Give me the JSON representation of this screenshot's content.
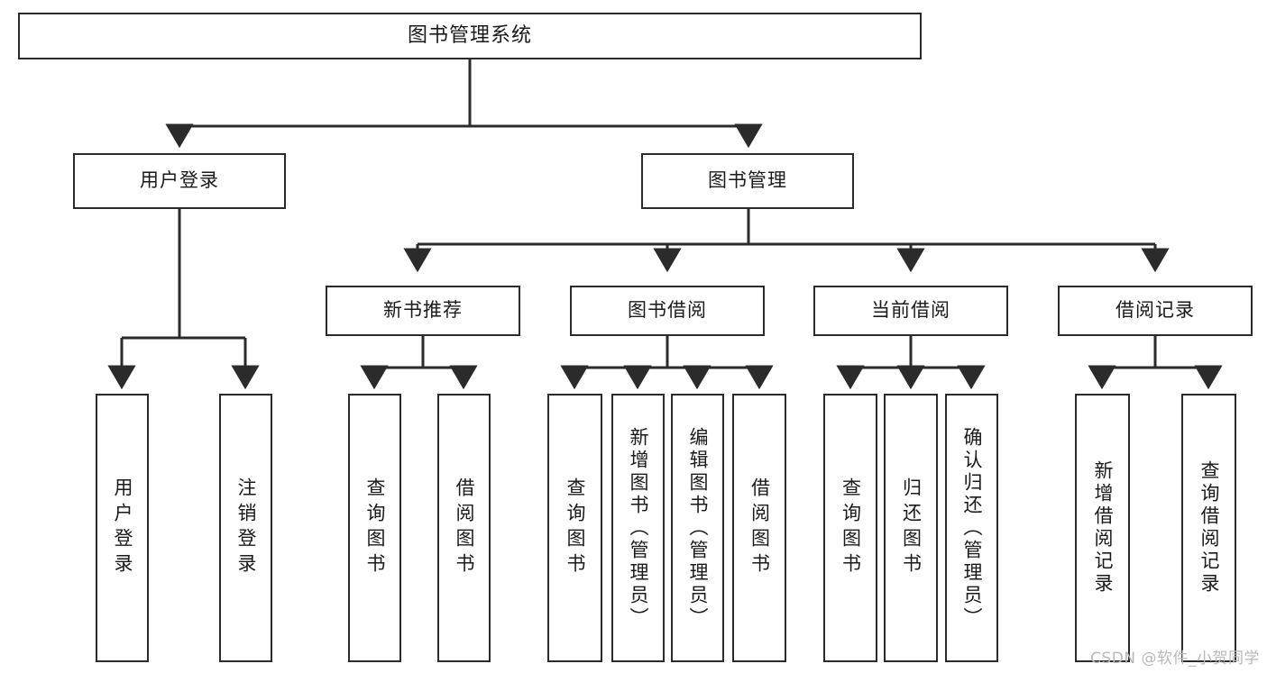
{
  "diagram": {
    "title": "图书管理系统",
    "type": "tree",
    "watermark": "CSDN @软件_小贺同学",
    "colors": {
      "node_border": "#2b2b2b",
      "node_fill": "#ffffff",
      "edge": "#2b2b2b",
      "text": "#1a1a1a",
      "watermark": "#b9b9b9"
    },
    "nodes": {
      "root": {
        "label": "图书管理系统"
      },
      "level2": [
        {
          "label": "用户登录"
        },
        {
          "label": "图书管理"
        }
      ],
      "level3": [
        {
          "label": "新书推荐"
        },
        {
          "label": "图书借阅"
        },
        {
          "label": "当前借阅"
        },
        {
          "label": "借阅记录"
        }
      ],
      "leaves_user_login": [
        {
          "label": "用户登录"
        },
        {
          "label": "注销登录"
        }
      ],
      "leaves_new_book": [
        {
          "label": "查询图书"
        },
        {
          "label": "借阅图书"
        }
      ],
      "leaves_borrow": [
        {
          "label": "查询图书"
        },
        {
          "label": "新增图书（管理员）"
        },
        {
          "label": "编辑图书（管理员）"
        },
        {
          "label": "借阅图书"
        }
      ],
      "leaves_current": [
        {
          "label": "查询图书"
        },
        {
          "label": "归还图书"
        },
        {
          "label": "确认归还（管理员）"
        }
      ],
      "leaves_records": [
        {
          "label": "新增借阅记录"
        },
        {
          "label": "查询借阅记录"
        }
      ]
    }
  }
}
